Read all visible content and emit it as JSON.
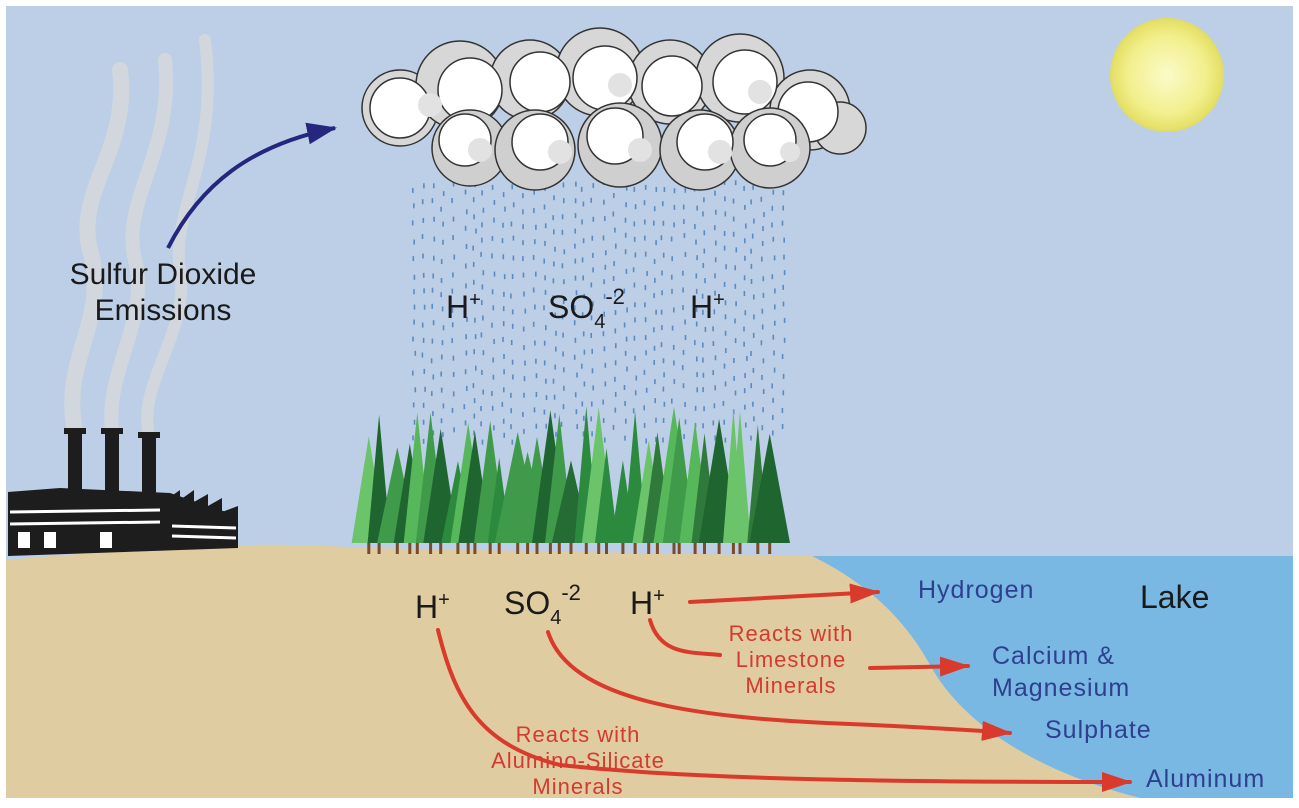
{
  "labels": {
    "emissions_line1": "Sulfur Dioxide",
    "emissions_line2": "Emissions",
    "rain_h_left": "H",
    "rain_h_left_sup": "+",
    "rain_so4": "SO",
    "rain_so4_sub": "4",
    "rain_so4_sup": "-2",
    "rain_h_right": "H",
    "rain_h_right_sup": "+",
    "soil_h_left": "H",
    "soil_h_left_sup": "+",
    "soil_so4": "SO",
    "soil_so4_sub": "4",
    "soil_so4_sup": "-2",
    "soil_h_right": "H",
    "soil_h_right_sup": "+",
    "limestone_line1": "Reacts with",
    "limestone_line2": "Limestone",
    "limestone_line3": "Minerals",
    "silicate_line1": "Reacts with",
    "silicate_line2": "Alumino-Silicate",
    "silicate_line3": "Minerals",
    "hydrogen": "Hydrogen",
    "lake": "Lake",
    "calcium_line1": "Calcium &",
    "calcium_line2": "Magnesium",
    "sulphate": "Sulphate",
    "aluminum": "Aluminum"
  },
  "colors": {
    "sky": "#bccfe6",
    "soil": "#dfcca0",
    "lake": "#79b8e2",
    "sun": "#f3f09a",
    "arrow_red": "#d93a2c",
    "arrow_navy": "#25267e",
    "label_red": "#d43a2f",
    "label_blue": "#2e3f8f",
    "rain": "#5a8ac0"
  }
}
